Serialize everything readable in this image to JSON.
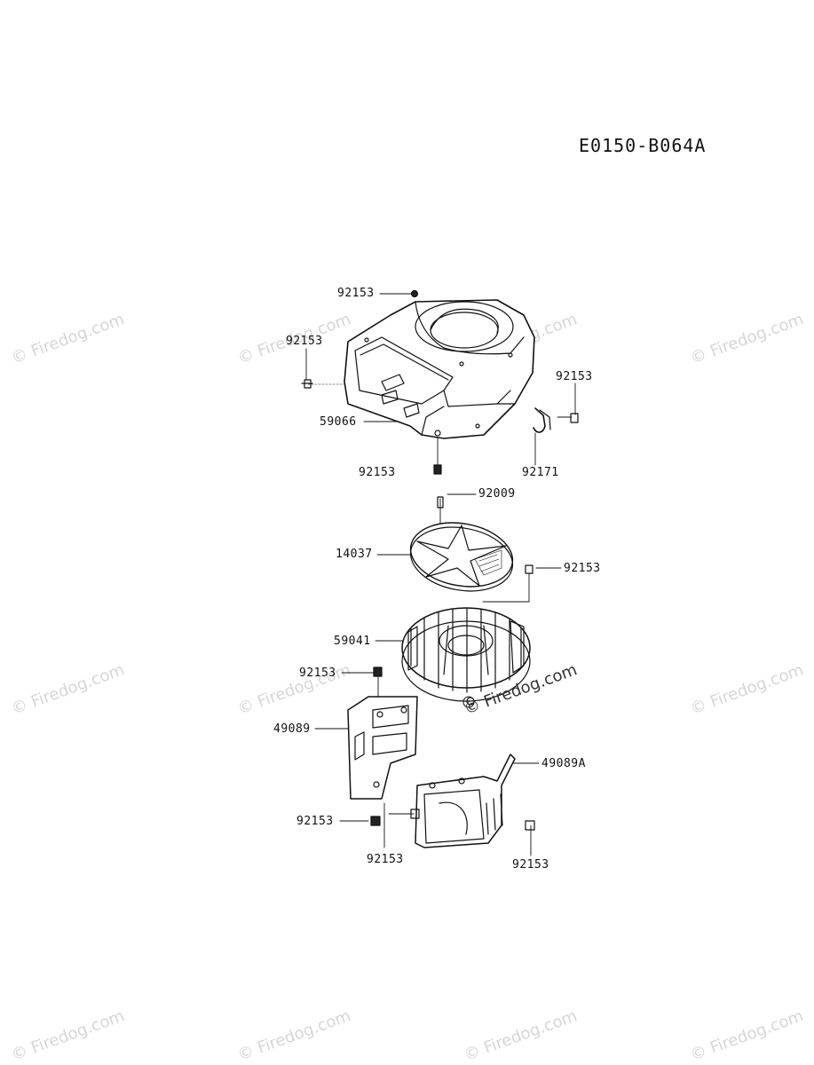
{
  "diagram_code": "E0150-B064A",
  "watermark_text": "© Firedog.com",
  "callouts": [
    {
      "id": "c1",
      "label": "92153"
    },
    {
      "id": "c2",
      "label": "92153"
    },
    {
      "id": "c3",
      "label": "92153"
    },
    {
      "id": "c4",
      "label": "59066"
    },
    {
      "id": "c5",
      "label": "92153"
    },
    {
      "id": "c6",
      "label": "92171"
    },
    {
      "id": "c7",
      "label": "92009"
    },
    {
      "id": "c8",
      "label": "14037"
    },
    {
      "id": "c9",
      "label": "92153"
    },
    {
      "id": "c10",
      "label": "59041"
    },
    {
      "id": "c11",
      "label": "92153"
    },
    {
      "id": "c12",
      "label": "49089"
    },
    {
      "id": "c13",
      "label": "49089A"
    },
    {
      "id": "c14",
      "label": "92153"
    },
    {
      "id": "c15",
      "label": "92153"
    },
    {
      "id": "c16",
      "label": "92153"
    }
  ]
}
